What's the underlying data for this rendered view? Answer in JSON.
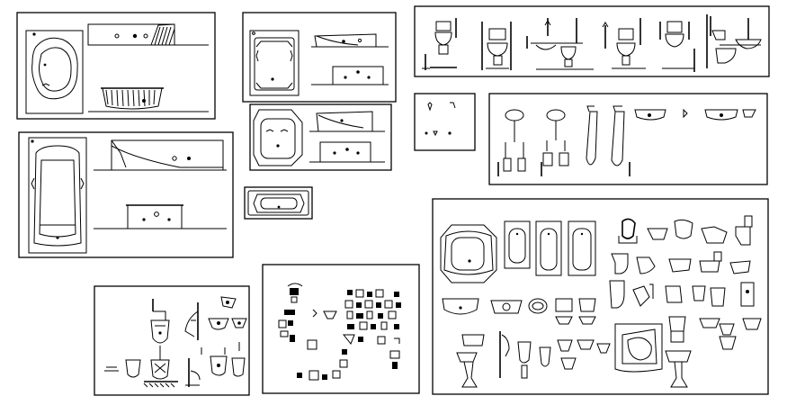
{
  "image": {
    "kind": "CAD sanitary fixtures sheet",
    "background": "#ffffff",
    "line_color": "#000000"
  },
  "panels": [
    {
      "id": "oval-bathtub",
      "icon": "bathtub-plan-and-elevations"
    },
    {
      "id": "square-bathtub",
      "icon": "bathtub-plan-and-elevations"
    },
    {
      "id": "toilet-elevations",
      "icon": "toilet-and-basin-elevations"
    },
    {
      "id": "rectangular-bathtub",
      "icon": "bathtub-plan-and-elevations"
    },
    {
      "id": "small-symbols",
      "icon": "tap-symbols"
    },
    {
      "id": "urinal-elevations",
      "icon": "urinal-elevations"
    },
    {
      "id": "hexagon-tub",
      "icon": "bathtub-plan-and-elevations"
    },
    {
      "id": "oval-tub-small",
      "icon": "bathtub-plan"
    },
    {
      "id": "urinal-details",
      "icon": "urinal-symbols"
    },
    {
      "id": "fittings-blocks",
      "icon": "fitting-symbols"
    },
    {
      "id": "fixture-library",
      "icon": "sanitary-fixture-library"
    }
  ]
}
